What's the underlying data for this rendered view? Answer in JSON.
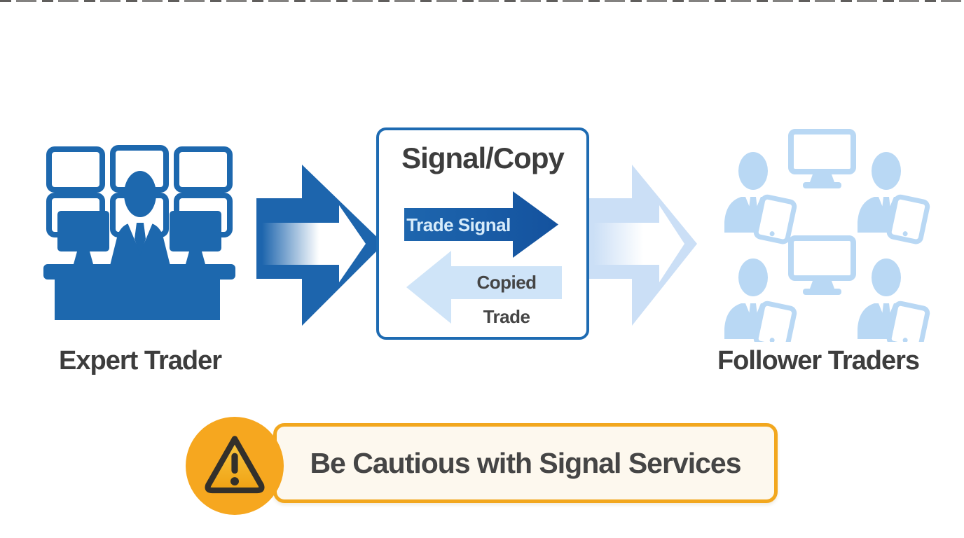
{
  "diagram": {
    "nodes": {
      "expert": {
        "label": "Expert Trader",
        "icon": "expert-trader-at-desk-icon"
      },
      "signal_box": {
        "title": "Signal/Copy",
        "arrows": {
          "trade_signal": "Trade Signal",
          "copied_trade": "Copied Trade"
        }
      },
      "followers": {
        "label": "Follower Traders",
        "icon": "follower-traders-devices-icon"
      }
    },
    "warning_banner": {
      "text": "Be Cautious with Signal Services",
      "icon": "warning-triangle-icon"
    },
    "colors": {
      "expert_blue": "#1d68ae",
      "signal_arrow_blue_start": "#1e66ae",
      "signal_arrow_blue_end": "#14529e",
      "big_arrow_blue": "#1d65ad",
      "light_blue_arrow": "#cbdff6",
      "copied_trade_fill": "#cfe4f8",
      "follower_blue": "#b9d8f4",
      "box_border": "#1e6bb2",
      "text_dark": "#3d3d3d",
      "trade_signal_text": "#d6ebfa",
      "banner_border": "#f2a71e",
      "banner_bg": "#fdf8ee",
      "warning_circle": "#f6a71f",
      "warning_triangle_top": "#f9c941",
      "warning_triangle_bottom": "#f0a113",
      "warning_outline": "#33302b"
    }
  }
}
